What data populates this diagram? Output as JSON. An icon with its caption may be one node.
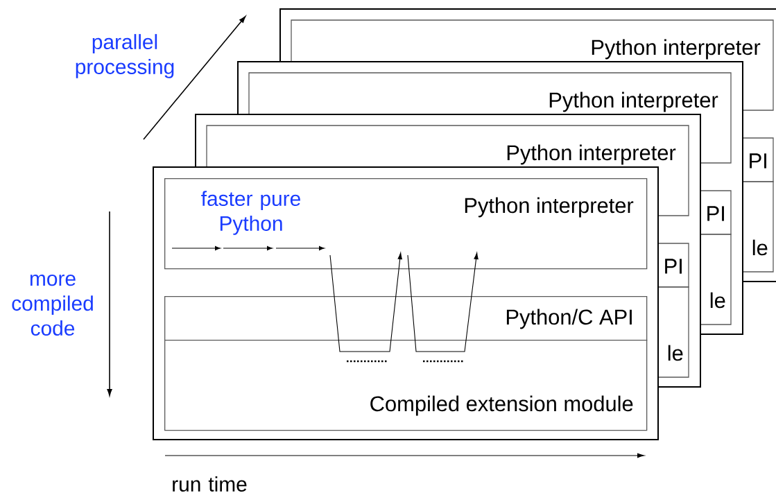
{
  "diagram": {
    "nodes": [
      {
        "text": [],
        "shape": "box"
      },
      {
        "text": [
          "Python interpreter"
        ],
        "in": 0
      },
      {
        "text": [
          "PI"
        ],
        "in": 0
      },
      {
        "text": [
          "le"
        ],
        "in": 0
      },
      {
        "text": [],
        "shape": "box"
      },
      {
        "text": [
          "Python interpreter"
        ],
        "in": 4
      },
      {
        "text": [
          "PI"
        ]
      },
      {
        "text": [
          "le"
        ],
        "in": 4
      },
      {
        "text": [],
        "shape": "box"
      },
      {
        "text": [
          "Python interpreter"
        ],
        "in": 8
      },
      {
        "text": [
          "PI"
        ]
      },
      {
        "text": [
          "le"
        ],
        "in": 8
      },
      {
        "text": [],
        "shape": "box"
      },
      {
        "text": [
          "Python interpreter"
        ],
        "in": 12
      },
      {
        "text": [
          "Python/C API"
        ],
        "in": 12
      },
      {
        "text": [
          "Compiled extension module"
        ],
        "in": 12
      }
    ],
    "labels": [
      "parallel processing",
      "faster pure Python",
      "more compiled code",
      "run time"
    ]
  }
}
